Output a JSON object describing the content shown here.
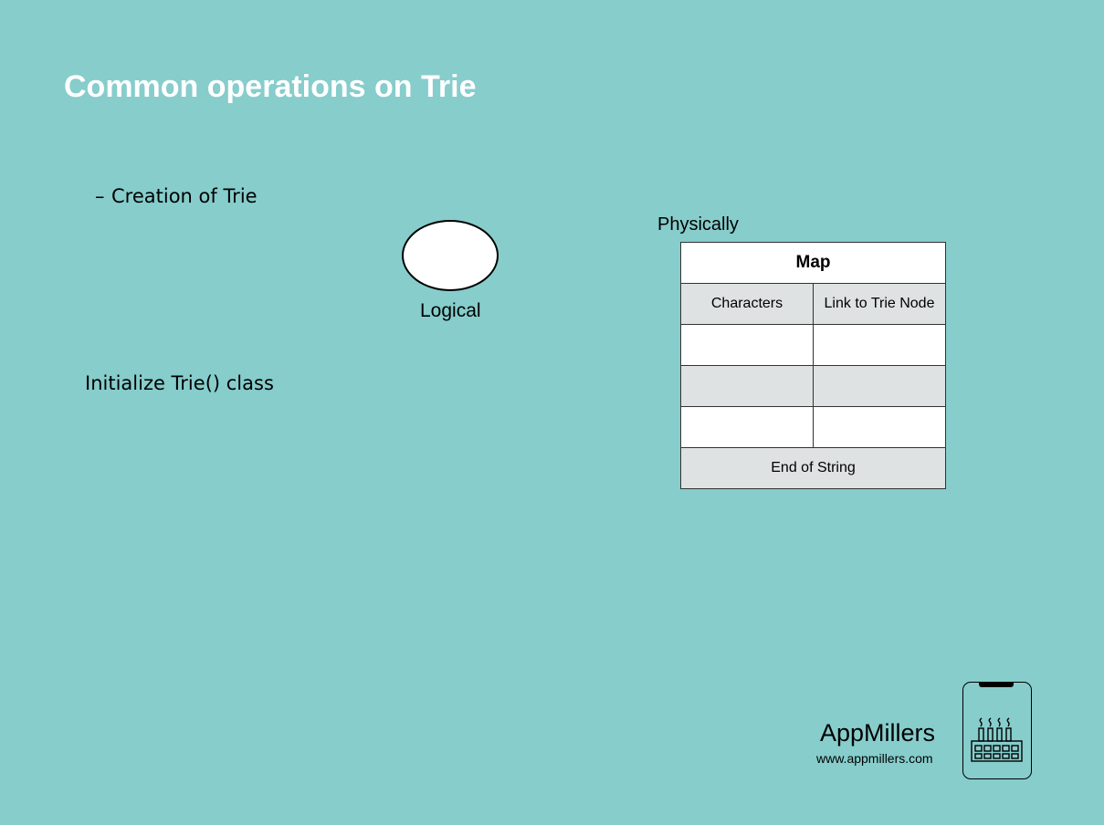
{
  "slide": {
    "title": "Common operations on Trie",
    "bullet_dash": "–",
    "bullet_text": "Creation of Trie",
    "init_text": "Initialize Trie() class"
  },
  "logical": {
    "label": "Logical"
  },
  "physical": {
    "label": "Physically",
    "map_header": "Map",
    "columns": [
      "Characters",
      "Link to Trie Node"
    ],
    "rows": [
      [
        "",
        ""
      ],
      [
        "",
        ""
      ],
      [
        "",
        ""
      ]
    ],
    "footer": "End of String"
  },
  "brand": {
    "name": "AppMillers",
    "url": "www.appmillers.com",
    "logo_icon": "phone-factory-icon"
  }
}
